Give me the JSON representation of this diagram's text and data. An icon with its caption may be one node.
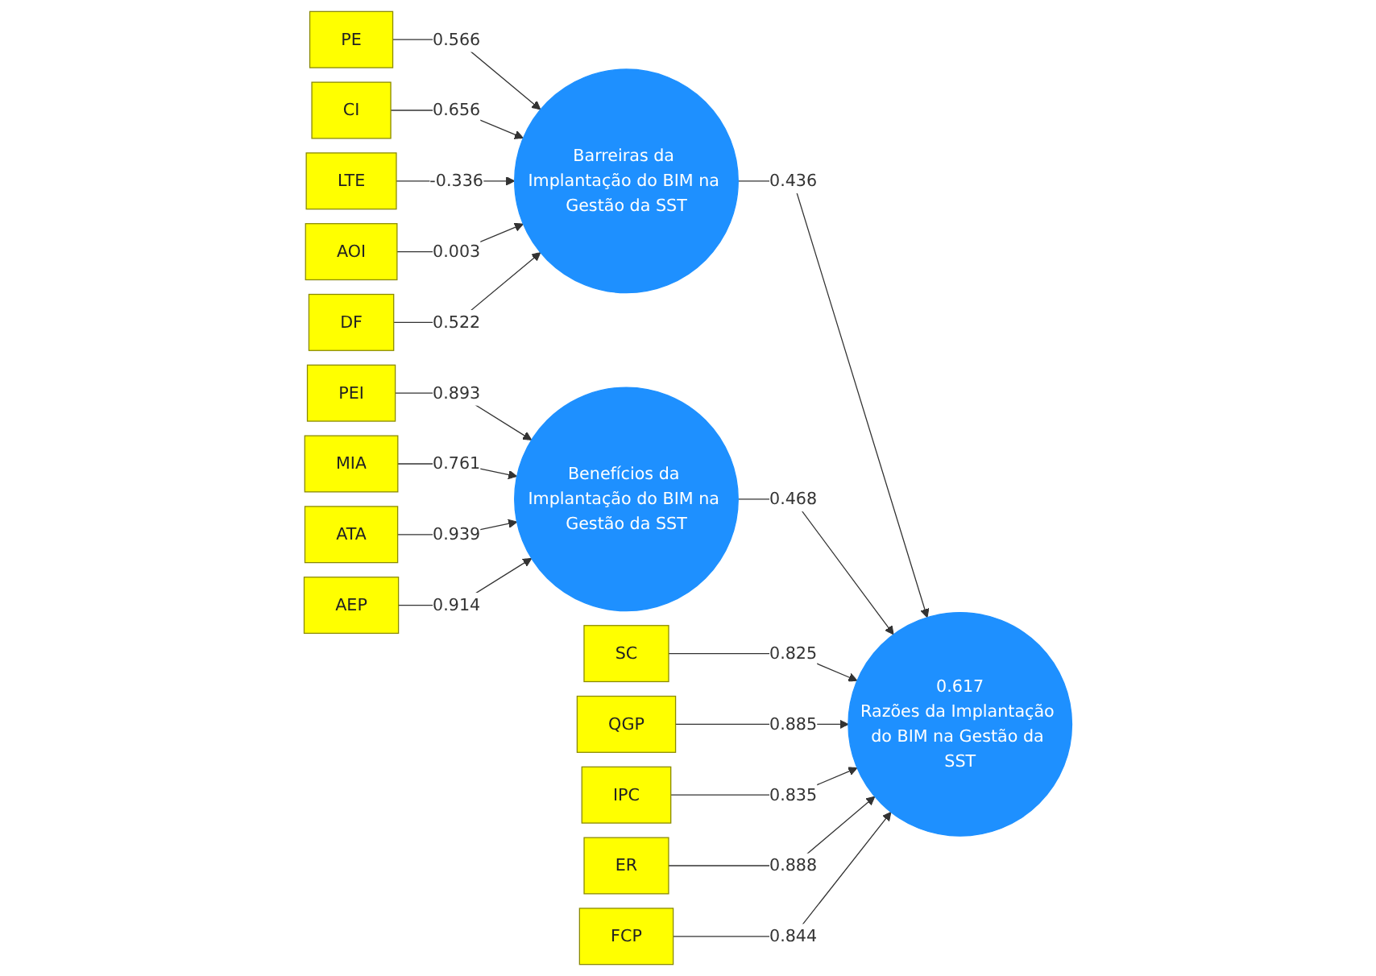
{
  "diagram": {
    "nodes": [
      {
        "text": [
          "PE"
        ]
      },
      {
        "text": [
          "CI"
        ]
      },
      {
        "text": [
          "LTE"
        ]
      },
      {
        "text": [
          "AOI"
        ]
      },
      {
        "text": [
          "DF"
        ]
      },
      {
        "text": [
          "Barreiras da Implantação do BIM na Gestão da SST"
        ]
      },
      {
        "text": [
          "PEI"
        ]
      },
      {
        "text": [
          "MIA"
        ]
      },
      {
        "text": [
          "ATA"
        ]
      },
      {
        "text": [
          "AEP"
        ]
      },
      {
        "text": [
          "Benefícios da Implantação do BIM na Gestão da SST"
        ]
      },
      {
        "text": [
          "0.617",
          "Razões da Implantação do BIM na Gestão da SST"
        ]
      },
      {
        "text": [
          "SC"
        ]
      },
      {
        "text": [
          "QGP"
        ]
      },
      {
        "text": [
          "IPC"
        ]
      },
      {
        "text": [
          "ER"
        ]
      },
      {
        "text": [
          "FCP"
        ]
      }
    ],
    "edges": [
      {
        "from": 0,
        "to": 5,
        "arrow": "to",
        "label": "0.566"
      },
      {
        "from": 1,
        "to": 5,
        "arrow": "to",
        "label": "0.656"
      },
      {
        "from": 2,
        "to": 5,
        "arrow": "to",
        "label": "-0.336"
      },
      {
        "from": 3,
        "to": 5,
        "arrow": "to",
        "label": "0.003"
      },
      {
        "from": 4,
        "to": 5,
        "arrow": "to",
        "label": "0.522"
      },
      {
        "from": 5,
        "to": 11,
        "arrow": "to",
        "label": "0.436"
      },
      {
        "from": 6,
        "to": 10,
        "arrow": "to",
        "label": "0.893"
      },
      {
        "from": 7,
        "to": 10,
        "arrow": "to",
        "label": "0.761"
      },
      {
        "from": 8,
        "to": 10,
        "arrow": "to",
        "label": "0.939"
      },
      {
        "from": 9,
        "to": 10,
        "arrow": "to",
        "label": "0.914"
      },
      {
        "from": 10,
        "to": 11,
        "arrow": "to",
        "label": "0.468"
      },
      {
        "from": 12,
        "to": 11,
        "arrow": "to",
        "label": "0.825"
      },
      {
        "from": 13,
        "to": 11,
        "arrow": "to",
        "label": "0.885"
      },
      {
        "from": 14,
        "to": 11,
        "arrow": "to",
        "label": "0.835"
      },
      {
        "from": 15,
        "to": 11,
        "arrow": "to",
        "label": "0.888"
      },
      {
        "from": 16,
        "to": 11,
        "arrow": "to",
        "label": "0.844"
      }
    ]
  }
}
